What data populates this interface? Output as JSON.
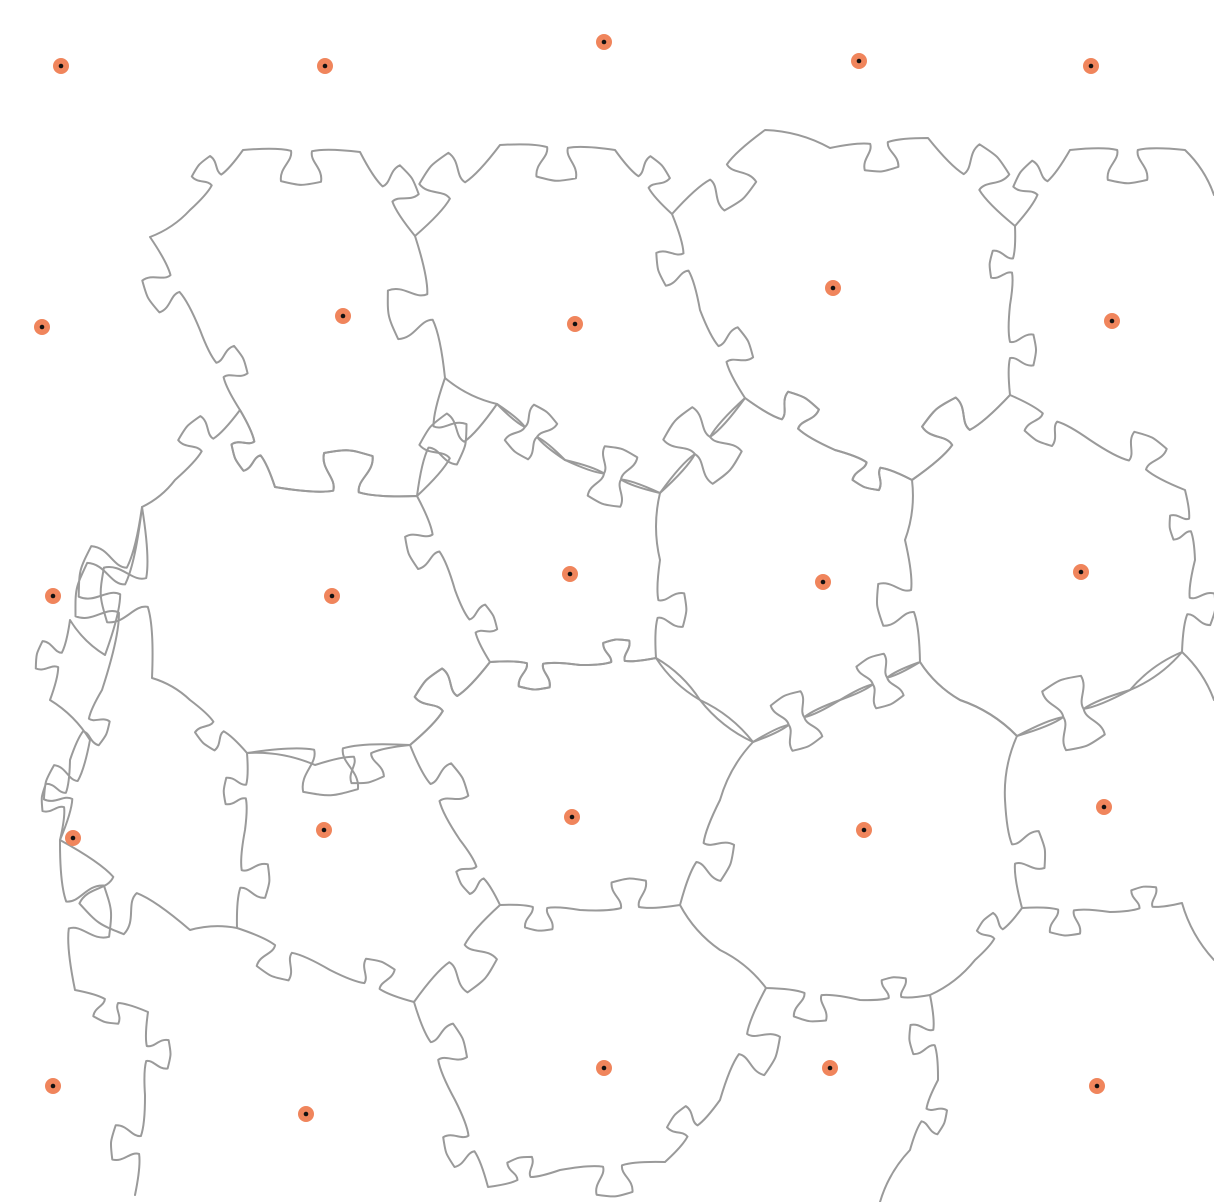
{
  "style": {
    "background": "#ffffff",
    "edge_color": "#9a9a9a",
    "seed_fill": "#f0855c",
    "seed_center": "#111111"
  },
  "diagram": {
    "kind": "jigsaw-voronoi tiling",
    "seed_count": 25,
    "piece_rows": 5
  }
}
